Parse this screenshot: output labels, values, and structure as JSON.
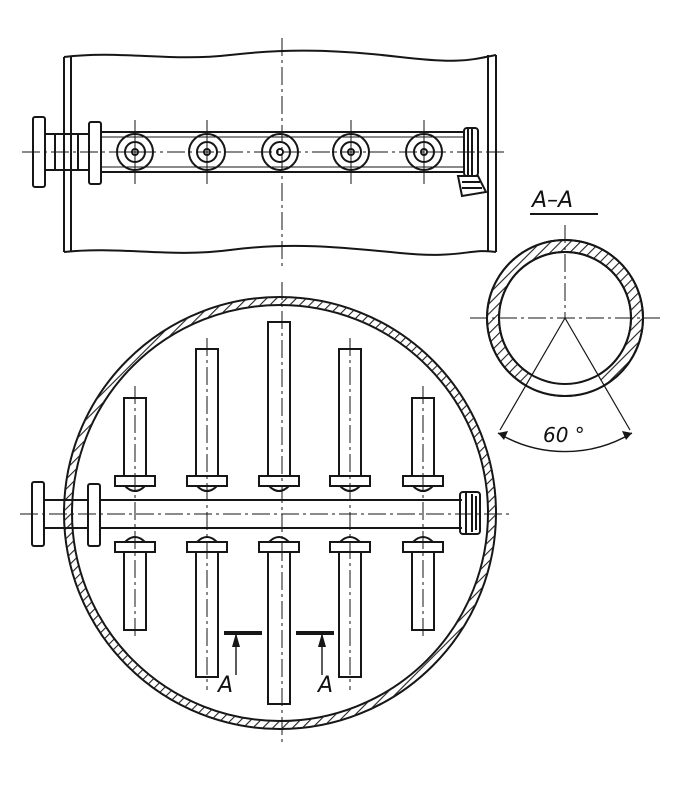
{
  "section_title": "A–A",
  "angle_label": "60 °",
  "section_marker_left": "A",
  "section_marker_right": "A",
  "colors": {
    "ink": "#161616",
    "paper": "#ffffff",
    "hatch": "#222222"
  }
}
